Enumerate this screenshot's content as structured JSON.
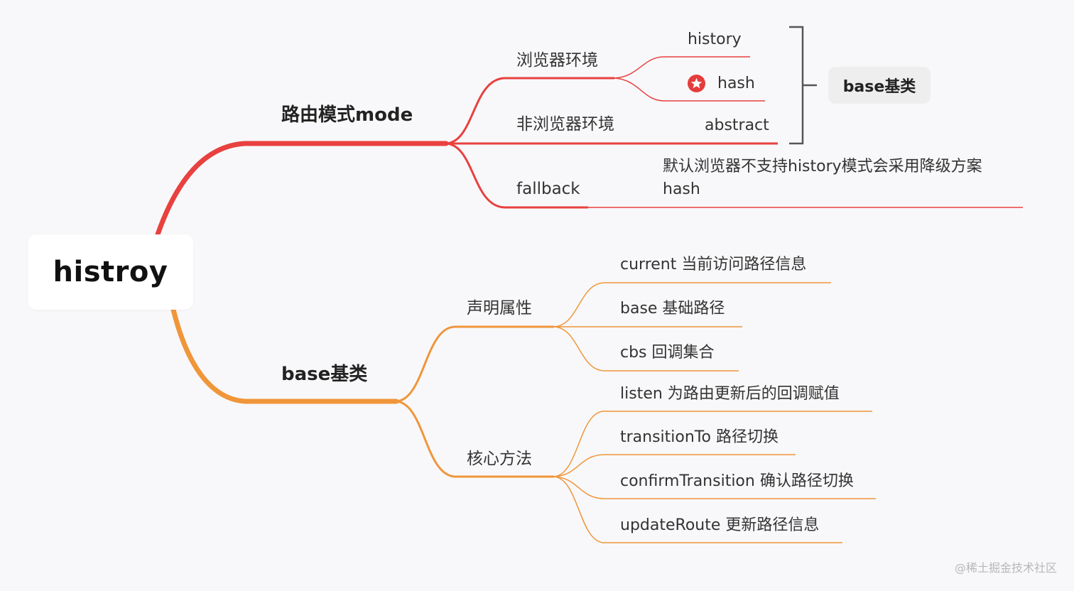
{
  "root": {
    "label": "histroy"
  },
  "branches": {
    "mode": {
      "label": "路由模式mode",
      "children": {
        "browser": {
          "label": "浏览器环境",
          "leaves": [
            "history",
            "hash"
          ]
        },
        "nonBrowser": {
          "label": "非浏览器环境",
          "leaf": "abstract"
        },
        "fallback": {
          "label": "fallback",
          "note": [
            "默认浏览器不支持history模式会采用降级方案",
            "hash"
          ]
        }
      },
      "group_tag": "base基类"
    },
    "base": {
      "label": "base基类",
      "children": {
        "props": {
          "label": "声明属性",
          "leaves": [
            "current 当前访问路径信息",
            "base 基础路径",
            "cbs 回调集合"
          ]
        },
        "methods": {
          "label": "核心方法",
          "leaves": [
            "listen  为路由更新后的回调赋值",
            "transitionTo 路径切换",
            "confirmTransition 确认路径切换",
            "updateRoute 更新路径信息"
          ]
        }
      }
    }
  },
  "icons": {
    "hash_marker": "star-icon"
  },
  "colors": {
    "mode_branch": "#e8413f",
    "base_branch": "#f0963a",
    "root_bg": "#ffffff",
    "tag_bg": "#eeeeee"
  },
  "watermark": "@稀土掘金技术社区"
}
